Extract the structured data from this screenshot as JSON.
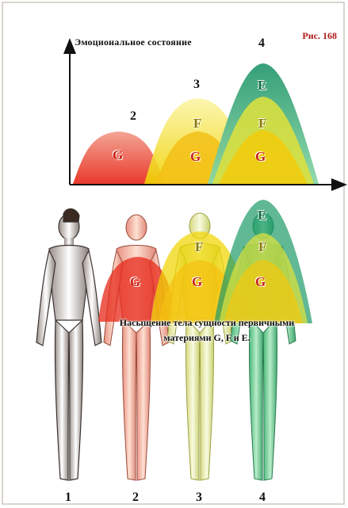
{
  "figure_label": "Рис. 168",
  "top_chart": {
    "title": "Эмоциональное состояние",
    "stage_numbers": [
      "2",
      "3",
      "4"
    ]
  },
  "top_labels": {
    "s2": [
      "G"
    ],
    "s3": [
      "F",
      "G"
    ],
    "s4": [
      "E",
      "F",
      "G"
    ]
  },
  "figures": {
    "labels_f2": [
      "G"
    ],
    "labels_f3": [
      "F",
      "G"
    ],
    "labels_f4": [
      "E",
      "F",
      "G"
    ]
  },
  "caption": {
    "line1": "Насыщение тела сущности первичными",
    "line2": "материями G, F и E."
  },
  "bottom_numbers": [
    "1",
    "2",
    "3",
    "4"
  ],
  "colors": {
    "G": "#e8281e",
    "F": "#f0d800",
    "E": "#20a070",
    "label_red": "#c82010",
    "label_green": "#0e6a40",
    "label_yellow": "#8a7a00"
  }
}
